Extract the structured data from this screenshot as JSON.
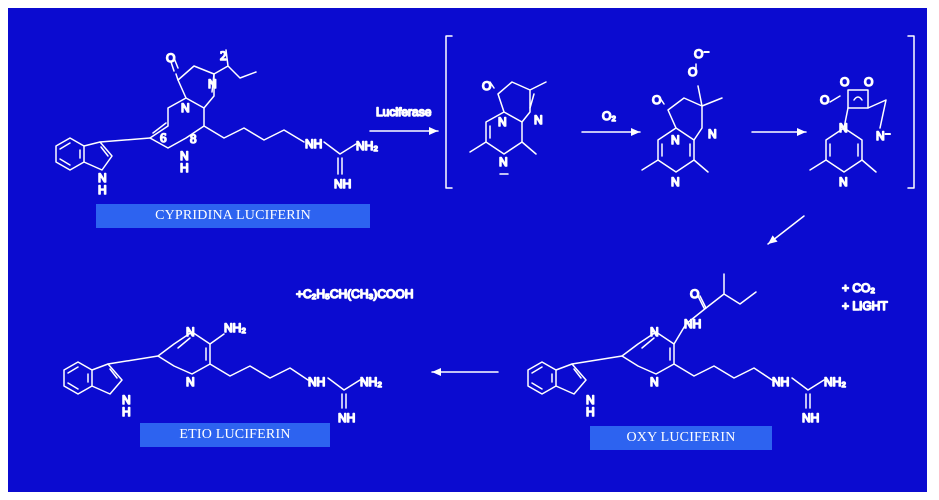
{
  "captions": {
    "cypridina": "CYPRIDINA LUCIFERIN",
    "etio": "ETIO LUCIFERIN",
    "oxy": "OXY LUCIFERIN"
  },
  "labels": {
    "luciferase": "Luciferase",
    "o2": "O₂",
    "co2": "+  CO₂",
    "light": "+  LIGHT",
    "byproduct": "+C₂H₅CH(CH₃)COOH",
    "n": "N",
    "nh": "NH",
    "nh_lower": "N",
    "h": "H",
    "nh2": "NH₂",
    "nh_imine": "NH",
    "o": "O",
    "o_minus": "O⁻",
    "n_minus": "N⁻",
    "num_2": "2",
    "num_6": "6",
    "num_8": "8"
  },
  "colors": {
    "background": "#0b0bd0",
    "caption_box": "#2d63f0",
    "ink": "#ffffff"
  }
}
